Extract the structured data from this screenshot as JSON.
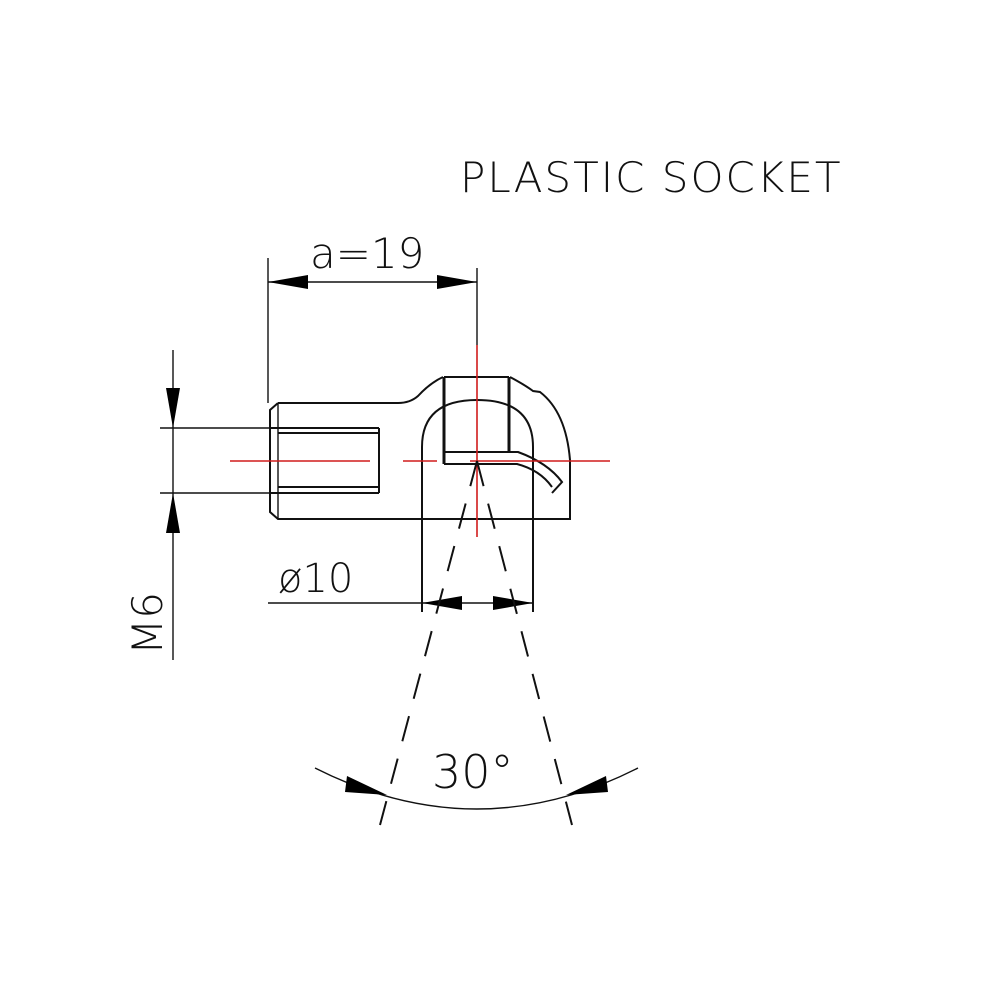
{
  "drawing": {
    "title": "PLASTIC SOCKET",
    "dimensions": {
      "length": "a=19",
      "thread": "M6",
      "diameter": "ø10",
      "angle": "30°"
    },
    "colors": {
      "outline": "#111111",
      "centerline": "#d01c1c",
      "background": "#ffffff"
    }
  }
}
